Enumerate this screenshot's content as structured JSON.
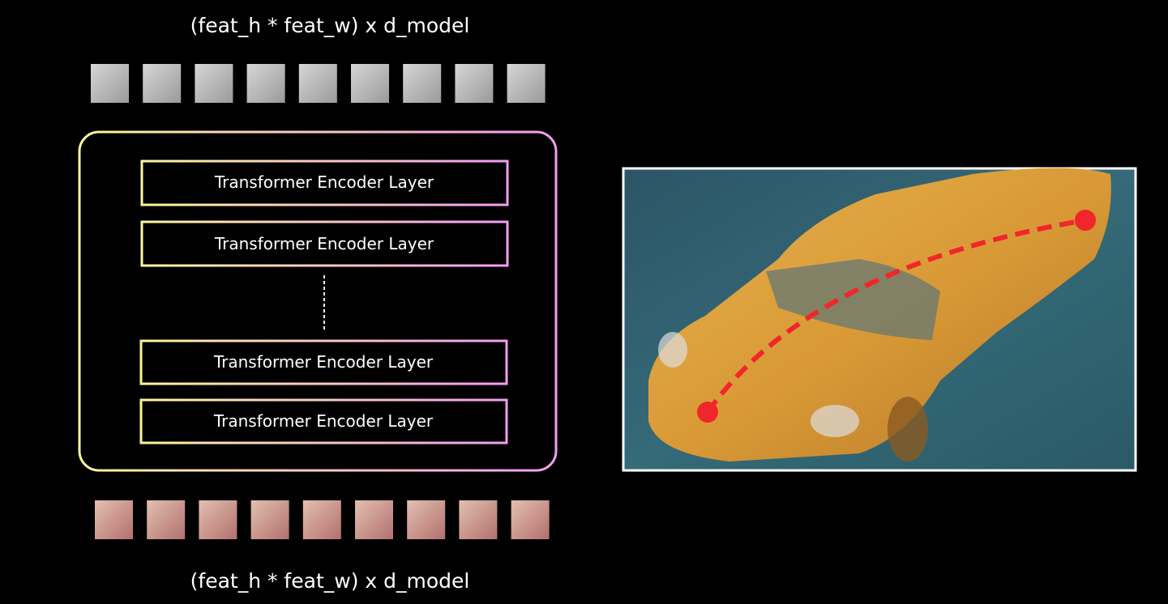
{
  "top_label": "(feat_h * feat_w) x d_model",
  "bottom_label": "(feat_h * feat_w) x d_model",
  "encoder": {
    "layers": [
      "Transformer Encoder Layer",
      "Transformer Encoder Layer",
      "Transformer Encoder Layer",
      "Transformer Encoder Layer"
    ]
  },
  "colors": {
    "gradient_start": "#fdf59b",
    "gradient_end": "#f39cf0",
    "trajectory": "#f0262a",
    "input_patch_tint": "#c8c8c8",
    "output_patch_tint": "#d8a8a4"
  },
  "input_patches_count": 9,
  "output_patches_count": 9
}
